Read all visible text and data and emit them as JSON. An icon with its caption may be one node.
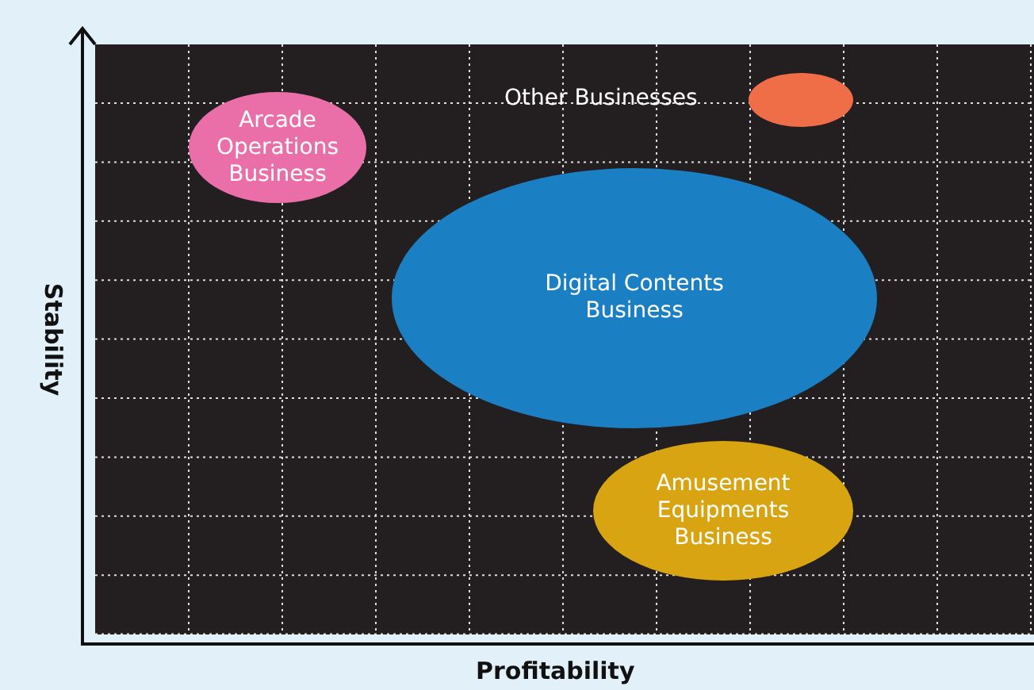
{
  "diagram": {
    "nodes": [
      {
        "text": [
          "Arcade Operations Business"
        ]
      },
      {
        "text": [],
        "shape": "circle",
        "beside": [
          "Other Businesses"
        ]
      },
      {
        "text": [
          "Digital Contents Business"
        ]
      },
      {
        "text": [
          "Amusement Equipments Business"
        ]
      }
    ],
    "edges": [],
    "labels": [
      "Stability",
      "Profitability"
    ]
  }
}
